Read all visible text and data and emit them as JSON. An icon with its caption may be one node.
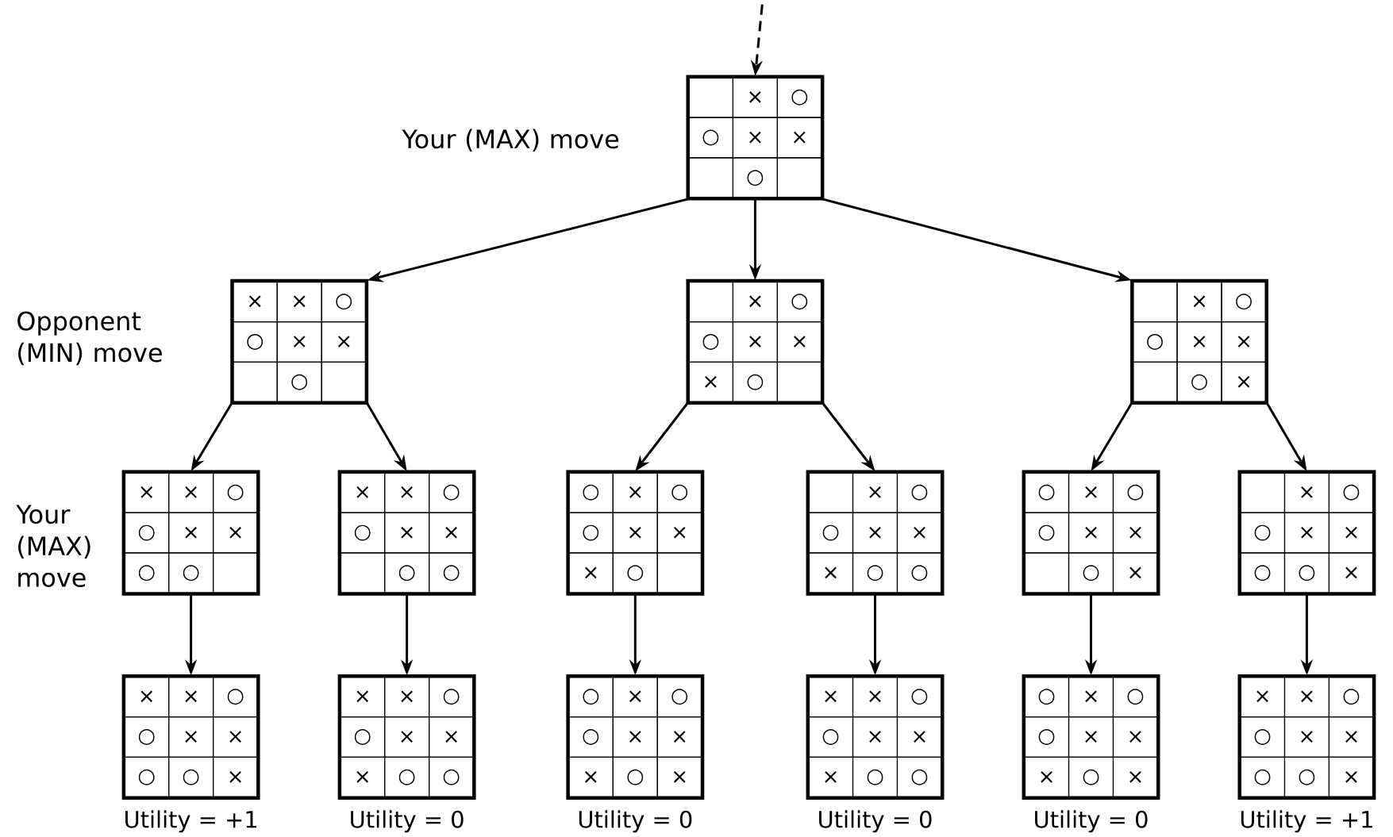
{
  "diagram": {
    "nodes": [
      {
        "text": [],
        "shape": "box"
      },
      {
        "text": [],
        "shape": "box",
        "in": 0
      },
      {
        "text": [
          "×"
        ],
        "in": 0
      },
      {
        "text": [
          "○"
        ],
        "in": 0
      },
      {
        "text": [
          "○"
        ],
        "in": 0
      },
      {
        "text": [
          "×"
        ],
        "in": 0
      },
      {
        "text": [
          "×"
        ],
        "in": 0
      },
      {
        "text": [],
        "shape": "box",
        "in": 0
      },
      {
        "text": [
          "○"
        ],
        "in": 0
      },
      {
        "text": [],
        "shape": "box",
        "in": 0
      },
      {
        "text": [],
        "shape": "box"
      },
      {
        "text": [
          "×"
        ],
        "in": 10
      },
      {
        "text": [
          "×"
        ],
        "in": 10
      },
      {
        "text": [
          "○"
        ],
        "in": 10
      },
      {
        "text": [
          "○"
        ],
        "in": 10
      },
      {
        "text": [
          "×"
        ],
        "in": 10
      },
      {
        "text": [
          "×"
        ],
        "in": 10
      },
      {
        "text": [],
        "shape": "box",
        "in": 10
      },
      {
        "text": [
          "○"
        ],
        "in": 10
      },
      {
        "text": [],
        "shape": "box",
        "in": 10
      },
      {
        "text": [],
        "shape": "box"
      },
      {
        "text": [],
        "shape": "box",
        "in": 20
      },
      {
        "text": [
          "×"
        ],
        "in": 20
      },
      {
        "text": [
          "○"
        ],
        "in": 20
      },
      {
        "text": [
          "○"
        ],
        "in": 20
      },
      {
        "text": [
          "×"
        ],
        "in": 20
      },
      {
        "text": [
          "×"
        ],
        "in": 20
      },
      {
        "text": [
          "×"
        ],
        "in": 20
      },
      {
        "text": [
          "○"
        ],
        "in": 20
      },
      {
        "text": [],
        "shape": "box",
        "in": 20
      },
      {
        "text": [],
        "shape": "box"
      },
      {
        "text": [],
        "shape": "box",
        "in": 30
      },
      {
        "text": [
          "×"
        ],
        "in": 30
      },
      {
        "text": [
          "○"
        ],
        "in": 30
      },
      {
        "text": [
          "○"
        ],
        "in": 30
      },
      {
        "text": [
          "×"
        ],
        "in": 30
      },
      {
        "text": [
          "×"
        ],
        "in": 30
      },
      {
        "text": [],
        "shape": "box",
        "in": 30
      },
      {
        "text": [
          "○"
        ],
        "in": 30
      },
      {
        "text": [
          "×"
        ],
        "in": 30
      },
      {
        "text": [],
        "shape": "box"
      },
      {
        "text": [
          "×"
        ],
        "in": 40
      },
      {
        "text": [
          "×"
        ],
        "in": 40
      },
      {
        "text": [
          "○"
        ],
        "in": 40
      },
      {
        "text": [
          "○"
        ],
        "in": 40
      },
      {
        "text": [
          "×"
        ],
        "in": 40
      },
      {
        "text": [
          "×"
        ],
        "in": 40
      },
      {
        "text": [
          "○"
        ],
        "in": 40
      },
      {
        "text": [
          "○"
        ],
        "in": 40
      },
      {
        "text": [],
        "shape": "box",
        "in": 40
      },
      {
        "text": [],
        "shape": "box"
      },
      {
        "text": [
          "×"
        ],
        "in": 50
      },
      {
        "text": [
          "×"
        ],
        "in": 50
      },
      {
        "text": [
          "○"
        ],
        "in": 50
      },
      {
        "text": [
          "○"
        ],
        "in": 50
      },
      {
        "text": [
          "×"
        ],
        "in": 50
      },
      {
        "text": [
          "×"
        ],
        "in": 50
      },
      {
        "text": [],
        "shape": "box",
        "in": 50
      },
      {
        "text": [
          "○"
        ],
        "in": 50
      },
      {
        "text": [
          "○"
        ],
        "in": 50
      },
      {
        "text": [],
        "shape": "box"
      },
      {
        "text": [
          "○"
        ],
        "in": 60
      },
      {
        "text": [
          "×"
        ],
        "in": 60
      },
      {
        "text": [
          "○"
        ],
        "in": 60
      },
      {
        "text": [
          "○"
        ],
        "in": 60
      },
      {
        "text": [
          "×"
        ],
        "in": 60
      },
      {
        "text": [
          "×"
        ],
        "in": 60
      },
      {
        "text": [
          "×"
        ],
        "in": 60
      },
      {
        "text": [
          "○"
        ],
        "in": 60
      },
      {
        "text": [],
        "shape": "box",
        "in": 60
      },
      {
        "text": [],
        "shape": "box"
      },
      {
        "text": [],
        "shape": "box",
        "in": 70
      },
      {
        "text": [
          "×"
        ],
        "in": 70
      },
      {
        "text": [
          "○"
        ],
        "in": 70
      },
      {
        "text": [
          "○"
        ],
        "in": 70
      },
      {
        "text": [
          "×"
        ],
        "in": 70
      },
      {
        "text": [
          "×"
        ],
        "in": 70
      },
      {
        "text": [
          "×"
        ],
        "in": 70
      },
      {
        "text": [
          "○"
        ],
        "in": 70
      },
      {
        "text": [
          "○"
        ],
        "in": 70
      },
      {
        "text": [],
        "shape": "box"
      },
      {
        "text": [
          "○"
        ],
        "in": 80
      },
      {
        "text": [
          "×"
        ],
        "in": 80
      },
      {
        "text": [
          "○"
        ],
        "in": 80
      },
      {
        "text": [
          "○"
        ],
        "in": 80
      },
      {
        "text": [
          "×"
        ],
        "in": 80
      },
      {
        "text": [
          "×"
        ],
        "in": 80
      },
      {
        "text": [],
        "shape": "box",
        "in": 80
      },
      {
        "text": [
          "○"
        ],
        "in": 80
      },
      {
        "text": [
          "×"
        ],
        "in": 80
      },
      {
        "text": [],
        "shape": "box"
      },
      {
        "text": [],
        "shape": "box",
        "in": 90
      },
      {
        "text": [
          "×"
        ],
        "in": 90
      },
      {
        "text": [
          "○"
        ],
        "in": 90
      },
      {
        "text": [
          "○"
        ],
        "in": 90
      },
      {
        "text": [
          "×"
        ],
        "in": 90
      },
      {
        "text": [
          "×"
        ],
        "in": 90
      },
      {
        "text": [
          "○"
        ],
        "in": 90
      },
      {
        "text": [
          "○"
        ],
        "in": 90
      },
      {
        "text": [
          "×"
        ],
        "in": 90
      },
      {
        "text": [],
        "shape": "box",
        "beside": [
          "Utility = +1"
        ]
      },
      {
        "text": [
          "×"
        ],
        "in": 100
      },
      {
        "text": [
          "×"
        ],
        "in": 100
      },
      {
        "text": [
          "○"
        ],
        "in": 100
      },
      {
        "text": [
          "○"
        ],
        "in": 100
      },
      {
        "text": [
          "×"
        ],
        "in": 100
      },
      {
        "text": [
          "×"
        ],
        "in": 100
      },
      {
        "text": [
          "○"
        ],
        "in": 100
      },
      {
        "text": [
          "○"
        ],
        "in": 100
      },
      {
        "text": [
          "×"
        ],
        "in": 100
      },
      {
        "text": [],
        "shape": "box",
        "beside": [
          "Utility = 0"
        ]
      },
      {
        "text": [
          "×"
        ],
        "in": 110
      },
      {
        "text": [
          "×"
        ],
        "in": 110
      },
      {
        "text": [
          "○"
        ],
        "in": 110
      },
      {
        "text": [
          "○"
        ],
        "in": 110
      },
      {
        "text": [
          "×"
        ],
        "in": 110
      },
      {
        "text": [
          "×"
        ],
        "in": 110
      },
      {
        "text": [
          "×"
        ],
        "in": 110
      },
      {
        "text": [
          "○"
        ],
        "in": 110
      },
      {
        "text": [
          "○"
        ],
        "in": 110
      },
      {
        "text": [],
        "shape": "box",
        "beside": [
          "Utility = 0"
        ]
      },
      {
        "text": [
          "○"
        ],
        "in": 120
      },
      {
        "text": [
          "×"
        ],
        "in": 120
      },
      {
        "text": [
          "○"
        ],
        "in": 120
      },
      {
        "text": [
          "○"
        ],
        "in": 120
      },
      {
        "text": [
          "×"
        ],
        "in": 120
      },
      {
        "text": [
          "×"
        ],
        "in": 120
      },
      {
        "text": [
          "×"
        ],
        "in": 120
      },
      {
        "text": [
          "○"
        ],
        "in": 120
      },
      {
        "text": [
          "×"
        ],
        "in": 120
      },
      {
        "text": [],
        "shape": "box",
        "beside": [
          "Utility = 0"
        ]
      },
      {
        "text": [
          "×"
        ],
        "in": 130
      },
      {
        "text": [
          "×"
        ],
        "in": 130
      },
      {
        "text": [
          "○"
        ],
        "in": 130
      },
      {
        "text": [
          "○"
        ],
        "in": 130
      },
      {
        "text": [
          "×"
        ],
        "in": 130
      },
      {
        "text": [
          "×"
        ],
        "in": 130
      },
      {
        "text": [
          "×"
        ],
        "in": 130
      },
      {
        "text": [
          "○"
        ],
        "in": 130
      },
      {
        "text": [
          "○"
        ],
        "in": 130
      },
      {
        "text": [],
        "shape": "box",
        "beside": [
          "Utility = 0"
        ]
      },
      {
        "text": [
          "○"
        ],
        "in": 140
      },
      {
        "text": [
          "×"
        ],
        "in": 140
      },
      {
        "text": [
          "○"
        ],
        "in": 140
      },
      {
        "text": [
          "○"
        ],
        "in": 140
      },
      {
        "text": [
          "×"
        ],
        "in": 140
      },
      {
        "text": [
          "×"
        ],
        "in": 140
      },
      {
        "text": [
          "×"
        ],
        "in": 140
      },
      {
        "text": [
          "○"
        ],
        "in": 140
      },
      {
        "text": [
          "×"
        ],
        "in": 140
      },
      {
        "text": [],
        "shape": "box",
        "beside": [
          "Utility = +1"
        ]
      },
      {
        "text": [
          "×"
        ],
        "in": 150
      },
      {
        "text": [
          "×"
        ],
        "in": 150
      },
      {
        "text": [
          "○"
        ],
        "in": 150
      },
      {
        "text": [
          "○"
        ],
        "in": 150
      },
      {
        "text": [
          "×"
        ],
        "in": 150
      },
      {
        "text": [
          "×"
        ],
        "in": 150
      },
      {
        "text": [
          "○"
        ],
        "in": 150
      },
      {
        "text": [
          "○"
        ],
        "in": 150
      },
      {
        "text": [
          "×"
        ],
        "in": 150
      }
    ],
    "edges": [
      {
        "from": null,
        "to": 0,
        "arrow": "to",
        "style": "dashed"
      },
      {
        "from": 0,
        "to": 10,
        "arrow": "to"
      },
      {
        "from": 0,
        "to": 20,
        "arrow": "to"
      },
      {
        "from": 0,
        "to": 30,
        "arrow": "to"
      },
      {
        "from": 10,
        "to": 40,
        "arrow": "to"
      },
      {
        "from": 10,
        "to": 50,
        "arrow": "to"
      },
      {
        "from": 20,
        "to": 60,
        "arrow": "to"
      },
      {
        "from": 20,
        "to": 70,
        "arrow": "to"
      },
      {
        "from": 30,
        "to": 80,
        "arrow": "to"
      },
      {
        "from": 30,
        "to": 90,
        "arrow": "to"
      },
      {
        "from": 40,
        "to": 100,
        "arrow": "to"
      },
      {
        "from": 50,
        "to": 110,
        "arrow": "to"
      },
      {
        "from": 60,
        "to": 120,
        "arrow": "to"
      },
      {
        "from": 70,
        "to": 130,
        "arrow": "to"
      },
      {
        "from": 80,
        "to": 140,
        "arrow": "to"
      },
      {
        "from": 90,
        "to": 150,
        "arrow": "to"
      }
    ],
    "labels": [
      "Your (MAX) move",
      "Opponent (MIN) move",
      "Your (MAX) move"
    ]
  }
}
